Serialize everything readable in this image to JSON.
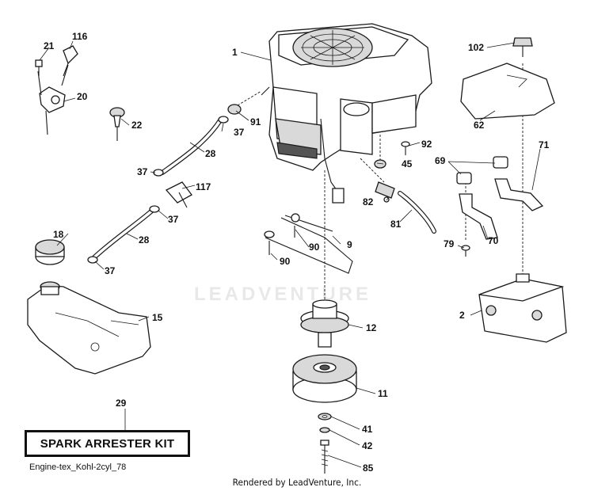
{
  "diagram": {
    "title": "SPARK ARRESTER KIT",
    "title_part_number": "29",
    "drawing_id": "Engine-tex_Kohl-2cyl_78",
    "footer_credit": "Rendered by LeadVenture, Inc.",
    "watermark": "LEADVENTURE",
    "callouts": {
      "c1": "1",
      "c2": "2",
      "c9": "9",
      "c11": "11",
      "c12": "12",
      "c15": "15",
      "c18": "18",
      "c20": "20",
      "c21": "21",
      "c22": "22",
      "c28a": "28",
      "c28b": "28",
      "c37a": "37",
      "c37b": "37",
      "c37c": "37",
      "c37d": "37",
      "c41": "41",
      "c42": "42",
      "c45": "45",
      "c62": "62",
      "c69": "69",
      "c70": "70",
      "c71": "71",
      "c79": "79",
      "c81": "81",
      "c82": "82",
      "c85": "85",
      "c90a": "90",
      "c90b": "90",
      "c91": "91",
      "c92": "92",
      "c102": "102",
      "c116": "116",
      "c117": "117"
    }
  }
}
